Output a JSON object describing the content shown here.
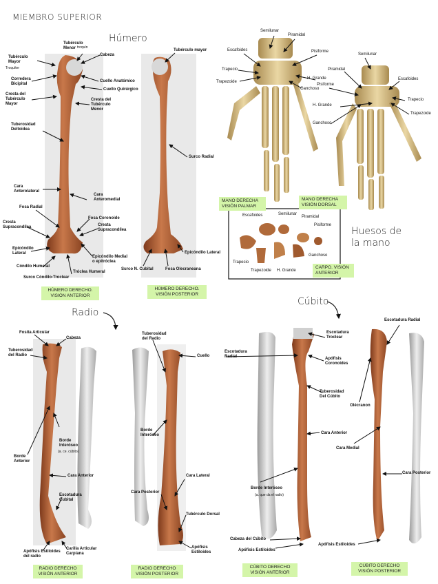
{
  "page_title": "MIEMBRO SUPERIOR",
  "sections": {
    "humero": "Húmero",
    "radio": "Radio",
    "cubito": "Cúbito",
    "mano": [
      "Huesos de",
      "la mano"
    ]
  },
  "captions": {
    "humero_anterior": [
      "HÚMERO DERECHO.",
      "VISIÓN ANTERIOR"
    ],
    "humero_posterior": [
      "HÚMERO DERECHO.",
      "VISIÓN POSTERIOR"
    ],
    "mano_palmar": [
      "MANO DERECHA",
      "VISIÓN PALMAR"
    ],
    "mano_dorsal": [
      "MANO DERECHA",
      "VISIÓN DORSAL"
    ],
    "carpo": [
      "CARPO. VISIÓN",
      "ANTERIOR"
    ],
    "radio_anterior": [
      "RADIO DERECHO",
      "VISIÓN ANTERIOR"
    ],
    "radio_posterior": [
      "RADIO DERECHO",
      "VISIÓN POSTERIOR"
    ],
    "cubito_anterior": [
      "CÚBITO DERECHO",
      "VISIÓN ANTERIOR"
    ],
    "cubito_posterior": [
      "CÚBITO DERECHO",
      "VISIÓN POSTERIOR"
    ]
  },
  "labels": {
    "tuberculo_menor": "Tubérculo Menor",
    "cabeza_h": "Cabeza",
    "tuberculo_mayor_a": "Tubérculo Mayor",
    "trocquiter": "Troquíter",
    "troquin": "troquín",
    "corredera": "Corredera Bicipital",
    "cuello_anatomico": "Cuello Anatómico",
    "cuello_quirurgico": "Cuello Quirúrgico",
    "cresta_mayor": "Cresta del Tubérculo Mayor",
    "cresta_menor": "Cresta del Tubérculo Menor",
    "tuberosidad_deltoidea": "Tuberosidad Deltoidea",
    "cara_anterolateral": "Cara Anterolateral",
    "cara_anteromedial": "Cara Anteromedial",
    "fosa_radial": "Fosa Radial",
    "fosa_coronoide": "Fosa Coronoide",
    "cresta_supracondilea_a": "Cresta Supracondílea",
    "cresta_supracondilea_b": "Cresta Supracondílea",
    "epicondilo_lateral_a": "Epicóndilo Lateral",
    "epicondilo_medial": "Epicóndilo Medial o epitróclea",
    "condilo_humeral": "Cóndilo Humeral",
    "troclea_humeral": "Tróclea Humeral",
    "surco_condilo": "Surco Cóndilo-Troclear",
    "tuberculo_mayor_p": "Tubérculo mayor",
    "surco_radial": "Surco Radial",
    "epicondilo_lateral_p": "Epicóndilo Lateral",
    "surco_cubital": "Surco N. Cubital",
    "fosa_olecraneana": "Fosa Olecraneana",
    "semilunar_1": "Semilunar",
    "piramidal_1": "Piramidal",
    "escafoides_1": "Escafoides",
    "pisiforme_1": "Pisiforme",
    "trapecio_1": "Trapecio",
    "trapezoide_1": "Trapezoide",
    "h_grande_1": "H. Grande",
    "ganchoso_1": "Ganchoso",
    "semilunar_2": "Semilunar",
    "piramidal_2": "Piramidal",
    "escafoides_2": "Escafoides",
    "pisiforme_2": "Pisiforme",
    "trapecio_2": "Trapecio",
    "trapezoide_2": "Trapezoide",
    "h_grande_2": "H. Grande",
    "ganchoso_2": "Ganchoso",
    "escafoides_3": "Escafoides",
    "semilunar_3": "Semilunar",
    "piramidal_3": "Piramidal",
    "pisiforme_3": "Pisiforme",
    "trapecio_3": "Trapecio",
    "trapezoide_3": "Trapezoide",
    "h_grande_3": "H. Grande",
    "ganchoso_3": "Ganchoso",
    "fosita_articular": "Fosita Articular",
    "cabeza_r": "Cabeza",
    "tuberosidad_radio_a": "Tuberosidad del Radio",
    "borde_interoseo_a": "Borde Interóseo",
    "borde_interoseo_note": "(a. ce. cúbito)",
    "borde_anterior": "Borde Anterior",
    "cara_anterior_r": "Cara Anterior",
    "escotadura_cubital": "Escotadura Cubital",
    "apofisis_estiloides_radio": "Apófisis Estiloides del radio",
    "carilla_articular": "Carilla Articular Carpiana",
    "tuberosidad_radio_p": "Tuberosidad del Radio",
    "cuello_r": "Cuello",
    "borde_interoseo_p": "Borde Interóseo",
    "cara_lateral": "Cara Lateral",
    "cara_posterior_r": "Cara Posterior",
    "tuberculo_dorsal": "Tubérculo Dorsal",
    "apofisis_estiloides_r2": "Apófisis Estiloides",
    "escotadura_radial_a": "Escotadura Radial",
    "escotadura_troclear": "Escotadura Troclear",
    "apofisis_coronoides": "Apófisis Coronoides",
    "tuberosidad_cubito": "Tuberosidad Del Cúbito",
    "cara_anterior_c": "Cara Anterior",
    "borde_interoseo_c": "Borde Interóseo",
    "borde_interoseo_c_note": "(a. que da el radio)",
    "cabeza_cubito": "Cabeza del Cúbito",
    "apofisis_estiloides_c": "Apófisis Estiloides",
    "escotadura_radial_p": "Escotadura Radial",
    "olecranon": "Olécranon",
    "cara_medial": "Cara Medial",
    "cara_posterior_c": "Cara Posterior",
    "apofisis_estiloides_c2": "Apófisis Estiloides"
  },
  "colors": {
    "bone": "#b5643a",
    "bone_dark": "#7e3a1c",
    "caption_bg": "#d4f5a9",
    "hand_bone": "#d9c08a"
  }
}
